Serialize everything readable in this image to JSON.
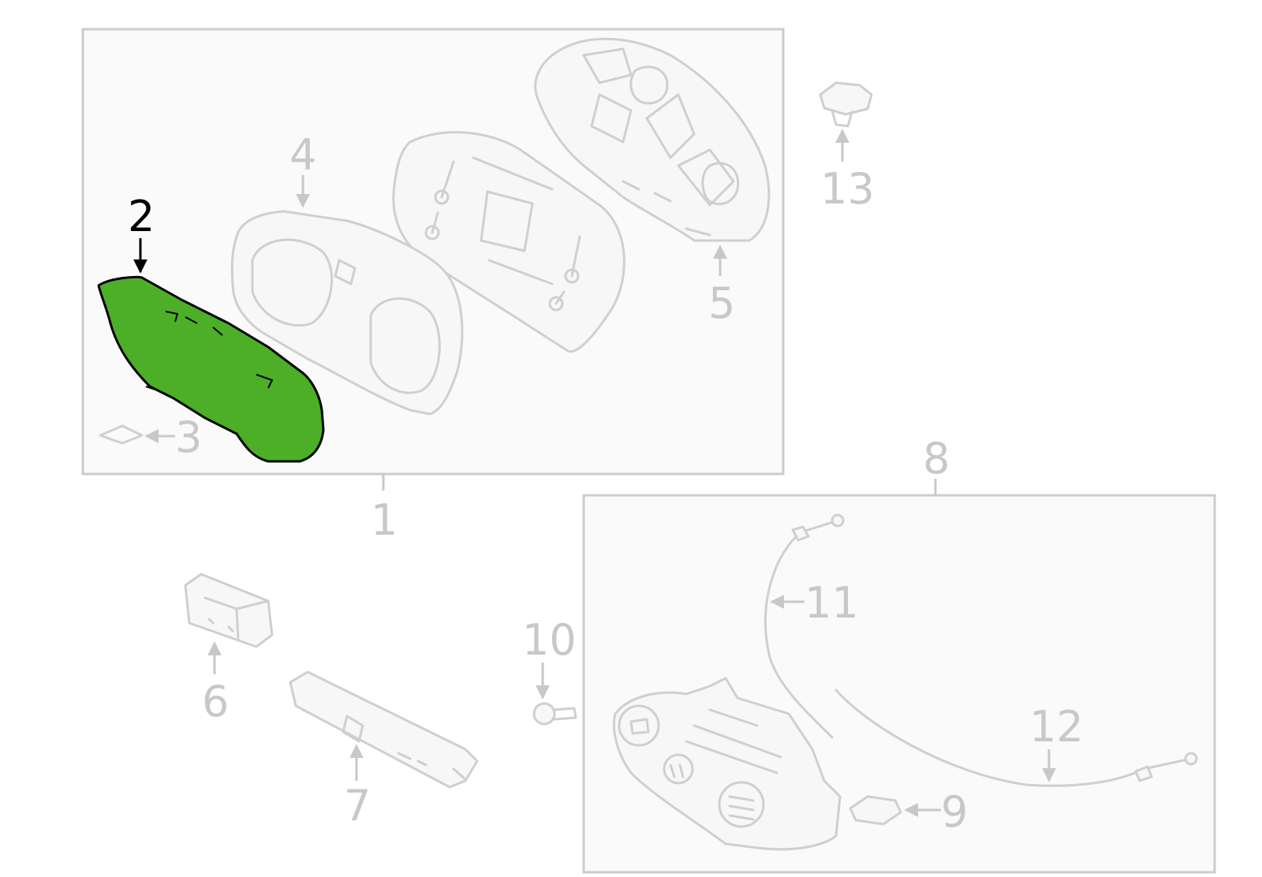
{
  "diagram": {
    "highlight_color": "#4caf27",
    "line_color": "#cfcfcf",
    "label_color": "#c8c8c8",
    "active_label_color": "#000000",
    "highlighted_callout": "2",
    "callouts": [
      "1",
      "2",
      "3",
      "4",
      "5",
      "6",
      "7",
      "8",
      "9",
      "10",
      "11",
      "12",
      "13"
    ]
  }
}
